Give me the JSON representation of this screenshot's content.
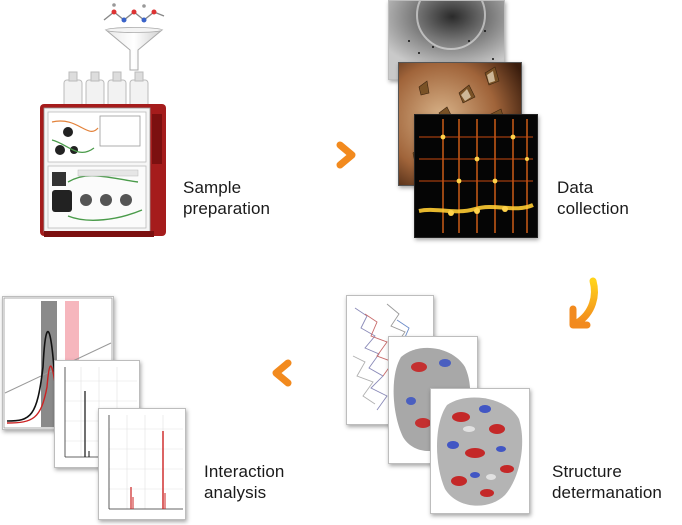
{
  "steps": [
    {
      "id": "sample",
      "line1": "Sample",
      "line2": "preparation"
    },
    {
      "id": "data",
      "line1": "Data",
      "line2": "collection"
    },
    {
      "id": "structure",
      "line1": "Structure",
      "line2": "determanation"
    },
    {
      "id": "interaction",
      "line1": "Interaction",
      "line2": "analysis"
    }
  ],
  "colors": {
    "arrow_start": "#ffd21a",
    "arrow_end": "#f28a1e",
    "instrument_red": "#a51c1c",
    "accent_pink": "#f6b6bd"
  },
  "icons": [
    "funnel-icon",
    "molecule-icon",
    "chromatography-instrument-icon",
    "diffraction-pattern-icon",
    "crystal-photo-icon",
    "heatmap-icon",
    "protein-ribbon-icon",
    "protein-surface-icon",
    "spectrum-plot-icon"
  ]
}
